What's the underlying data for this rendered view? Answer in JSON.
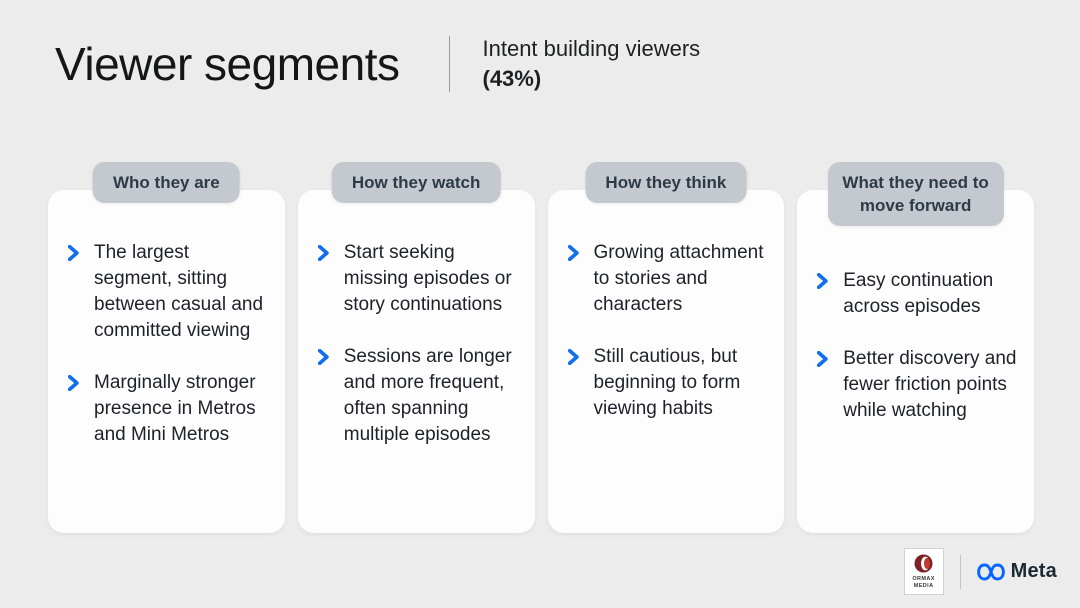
{
  "header": {
    "title": "Viewer segments",
    "subtitle_line1": "Intent building viewers",
    "subtitle_line2": "(43%)"
  },
  "columns": [
    {
      "header": "Who they are",
      "bullets": [
        "The largest segment, sitting between casual and committed viewing",
        "Marginally stronger presence in Metros and Mini Metros"
      ]
    },
    {
      "header": "How they watch",
      "bullets": [
        "Start seeking missing episodes or story continuations",
        "Sessions are longer and more frequent, often spanning multiple episodes"
      ]
    },
    {
      "header": "How they think",
      "bullets": [
        "Growing attachment to stories and characters",
        "Still cautious, but beginning to form viewing habits"
      ]
    },
    {
      "header": "What they need to move forward",
      "bullets": [
        "Easy continuation across episodes",
        "Better discovery and fewer friction points while watching"
      ]
    }
  ],
  "footer": {
    "ormax_line1": "ORMAX",
    "ormax_line2": "MEDIA",
    "meta_label": "Meta"
  },
  "icons": {
    "bullet": "chevron-right-icon",
    "meta": "meta-infinity-icon",
    "ormax": "ormax-sphere-icon"
  },
  "colors": {
    "background": "#ECECEC",
    "card": "#FDFDFD",
    "badge": "#C3C9CE",
    "badge_text": "#2E3B47",
    "body_text": "#1D2129",
    "accent_blue": "#0F6FEC",
    "meta_blue": "#0866FF",
    "ormax_dark_red": "#7E2026",
    "ormax_red": "#C13A30"
  }
}
